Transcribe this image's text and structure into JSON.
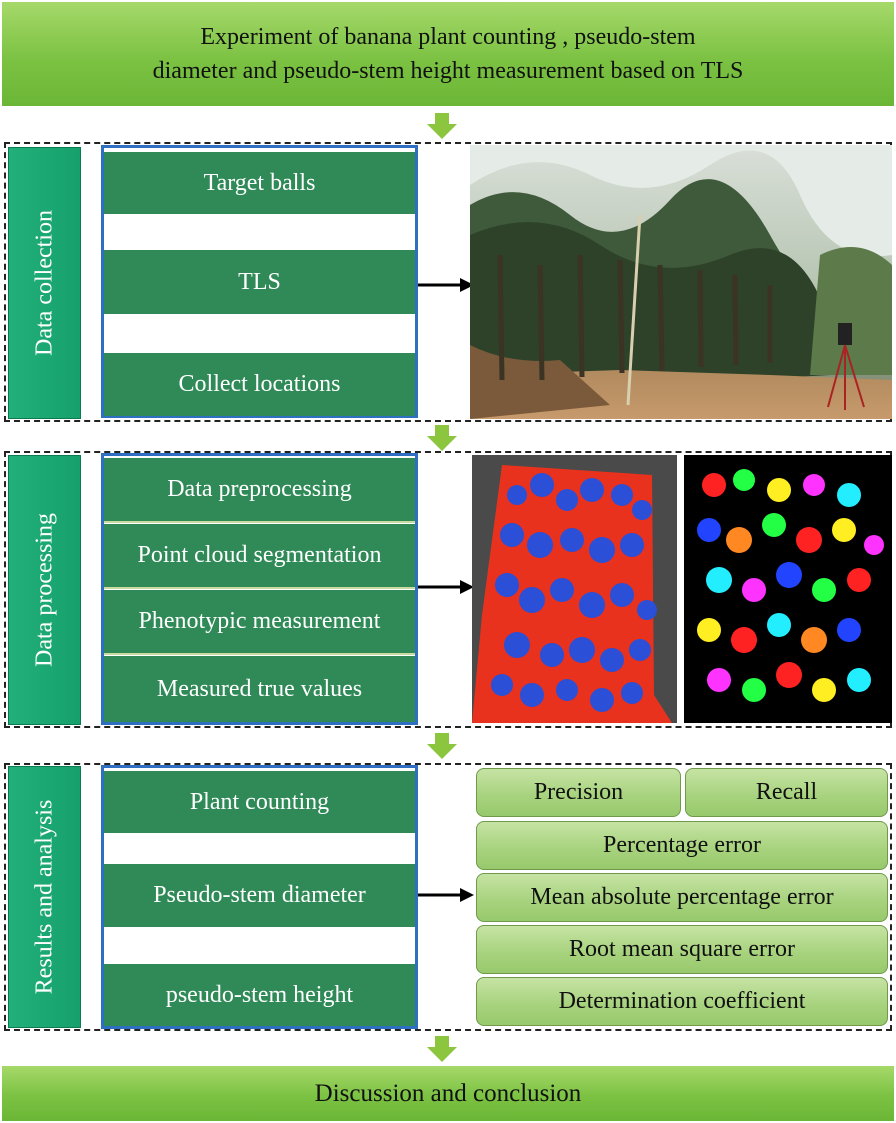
{
  "header": {
    "line1": "Experiment of banana plant counting , pseudo-stem",
    "line2": "diameter and pseudo-stem height measurement based on TLS"
  },
  "data_collection": {
    "label": "Data collection",
    "steps": [
      "Target balls",
      "TLS",
      "Collect locations"
    ]
  },
  "data_processing": {
    "label": "Data processing",
    "steps": [
      "Data preprocessing",
      "Point cloud segmentation",
      "Phenotypic measurement",
      "Measured true values"
    ]
  },
  "results": {
    "label": "Results and analysis",
    "steps": [
      "Plant counting",
      "Pseudo-stem diameter",
      "pseudo-stem height"
    ],
    "metrics": [
      "Precision",
      "Recall",
      "Percentage error",
      "Mean absolute percentage error",
      "Root mean square error",
      "Determination coefficient"
    ]
  },
  "footer": {
    "label": "Discussion and conclusion"
  },
  "colors": {
    "banner_green": "#7cc243",
    "label_teal": "#16a06c",
    "step_green": "#2f8a57",
    "step_border_blue": "#2e6fc2",
    "metric_green": "#a6d27c",
    "arrow_green": "#8cc63f"
  }
}
